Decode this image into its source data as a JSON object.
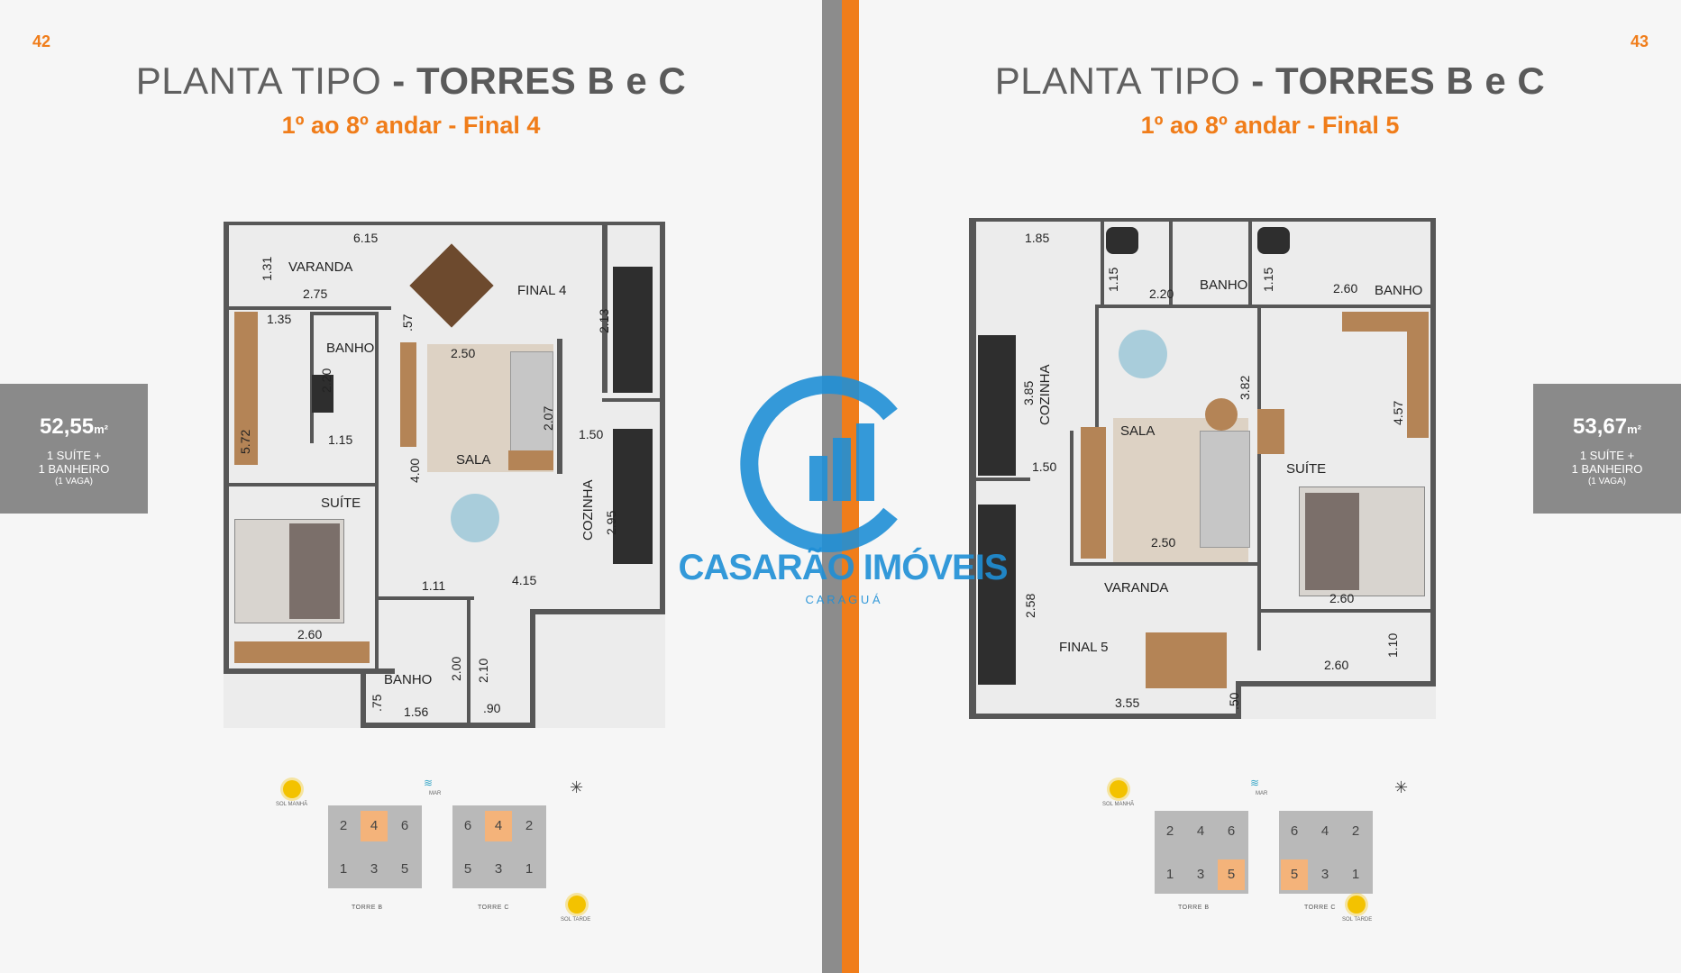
{
  "left_page": {
    "page_number": "42",
    "title_light": "PLANTA TIPO",
    "title_bold": "- TORRES B e C",
    "subtitle": "1º ao 8º andar - Final 4",
    "area_value": "52,55",
    "area_unit": "m²",
    "area_line1": "1 SUÍTE +",
    "area_line2": "1 BANHEIRO",
    "area_line3": "(1 VAGA)",
    "rooms": {
      "varanda": "VARANDA",
      "final": "FINAL 4",
      "banho1": "BANHO",
      "sala": "SALA",
      "suite": "SUÍTE",
      "cozinha": "COZINHA",
      "banho2": "BANHO"
    },
    "dims": {
      "d615": "6.15",
      "d131": "1.31",
      "d275": "2.75",
      "d135": "1.35",
      "d57": ".57",
      "d250": "2.50",
      "d213": "2.13",
      "d220": "2.20",
      "d572": "5.72",
      "d115": "1.15",
      "d207": "2.07",
      "d150": "1.50",
      "d400": "4.00",
      "d295": "2.95",
      "d111": "1.11",
      "d415": "4.15",
      "d260": "2.60",
      "d200": "2.00",
      "d210": "2.10",
      "d75": ".75",
      "d156": "1.56",
      "d90": ".90"
    },
    "site": {
      "sol_manha": "SOL MANHÃ",
      "mar": "MAR",
      "sol_tarde": "SOL TARDE",
      "torre_b": "TORRE B",
      "torre_c": "TORRE C",
      "b_top": [
        "2",
        "4",
        "6"
      ],
      "b_bottom": [
        "1",
        "3",
        "5"
      ],
      "c_top": [
        "6",
        "4",
        "2"
      ],
      "c_bottom": [
        "5",
        "3",
        "1"
      ]
    }
  },
  "right_page": {
    "page_number": "43",
    "title_light": "PLANTA TIPO",
    "title_bold": "- TORRES B e C",
    "subtitle": "1º ao 8º andar - Final 5",
    "area_value": "53,67",
    "area_unit": "m²",
    "area_line1": "1 SUÍTE +",
    "area_line2": "1 BANHEIRO",
    "area_line3": "(1 VAGA)",
    "rooms": {
      "banho1": "BANHO",
      "banho2": "BANHO",
      "cozinha": "COZINHA",
      "sala": "SALA",
      "suite": "SUÍTE",
      "varanda": "VARANDA",
      "final": "FINAL 5"
    },
    "dims": {
      "d185": "1.85",
      "d115a": "1.15",
      "d220": "2.20",
      "d115b": "1.15",
      "d260a": "2.60",
      "d385": "3.85",
      "d382": "3.82",
      "d457": "4.57",
      "d150": "1.50",
      "d250": "2.50",
      "d258": "2.58",
      "d260b": "2.60",
      "d110": "1.10",
      "d260c": "2.60",
      "d355": "3.55",
      "d50": ".50"
    },
    "site": {
      "sol_manha": "SOL MANHÃ",
      "mar": "MAR",
      "sol_tarde": "SOL TARDE",
      "torre_b": "TORRE B",
      "torre_c": "TORRE C",
      "b_top": [
        "2",
        "4",
        "6"
      ],
      "b_bottom": [
        "1",
        "3",
        "5"
      ],
      "c_top": [
        "6",
        "4",
        "2"
      ],
      "c_bottom": [
        "5",
        "3",
        "1"
      ]
    }
  },
  "logo": {
    "name": "CASARÃO IMÓVEIS",
    "tagline": "C A R A G U Á"
  },
  "colors": {
    "accent_orange": "#f07d1a",
    "spine_gray": "#8c8c8c",
    "badge_gray": "#8a8a8a",
    "logo_blue": "#1f8fd6"
  }
}
